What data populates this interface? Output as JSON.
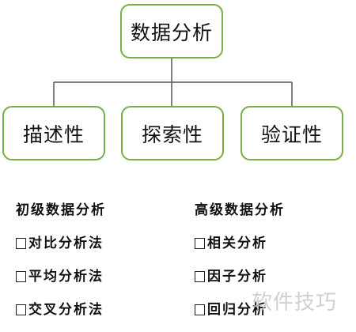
{
  "diagram": {
    "root": "数据分析",
    "children": [
      "描述性",
      "探索性",
      "验证性"
    ],
    "border_color": "#76b043",
    "line_color": "#555555"
  },
  "lists": {
    "basic": {
      "heading": "初级数据分析",
      "items": [
        "对比分析法",
        "平均分析法",
        "交叉分析法"
      ]
    },
    "advanced": {
      "heading": "高级数据分析",
      "items": [
        "相关分析",
        "因子分析",
        "回归分析"
      ]
    }
  },
  "watermark": "软件技巧"
}
